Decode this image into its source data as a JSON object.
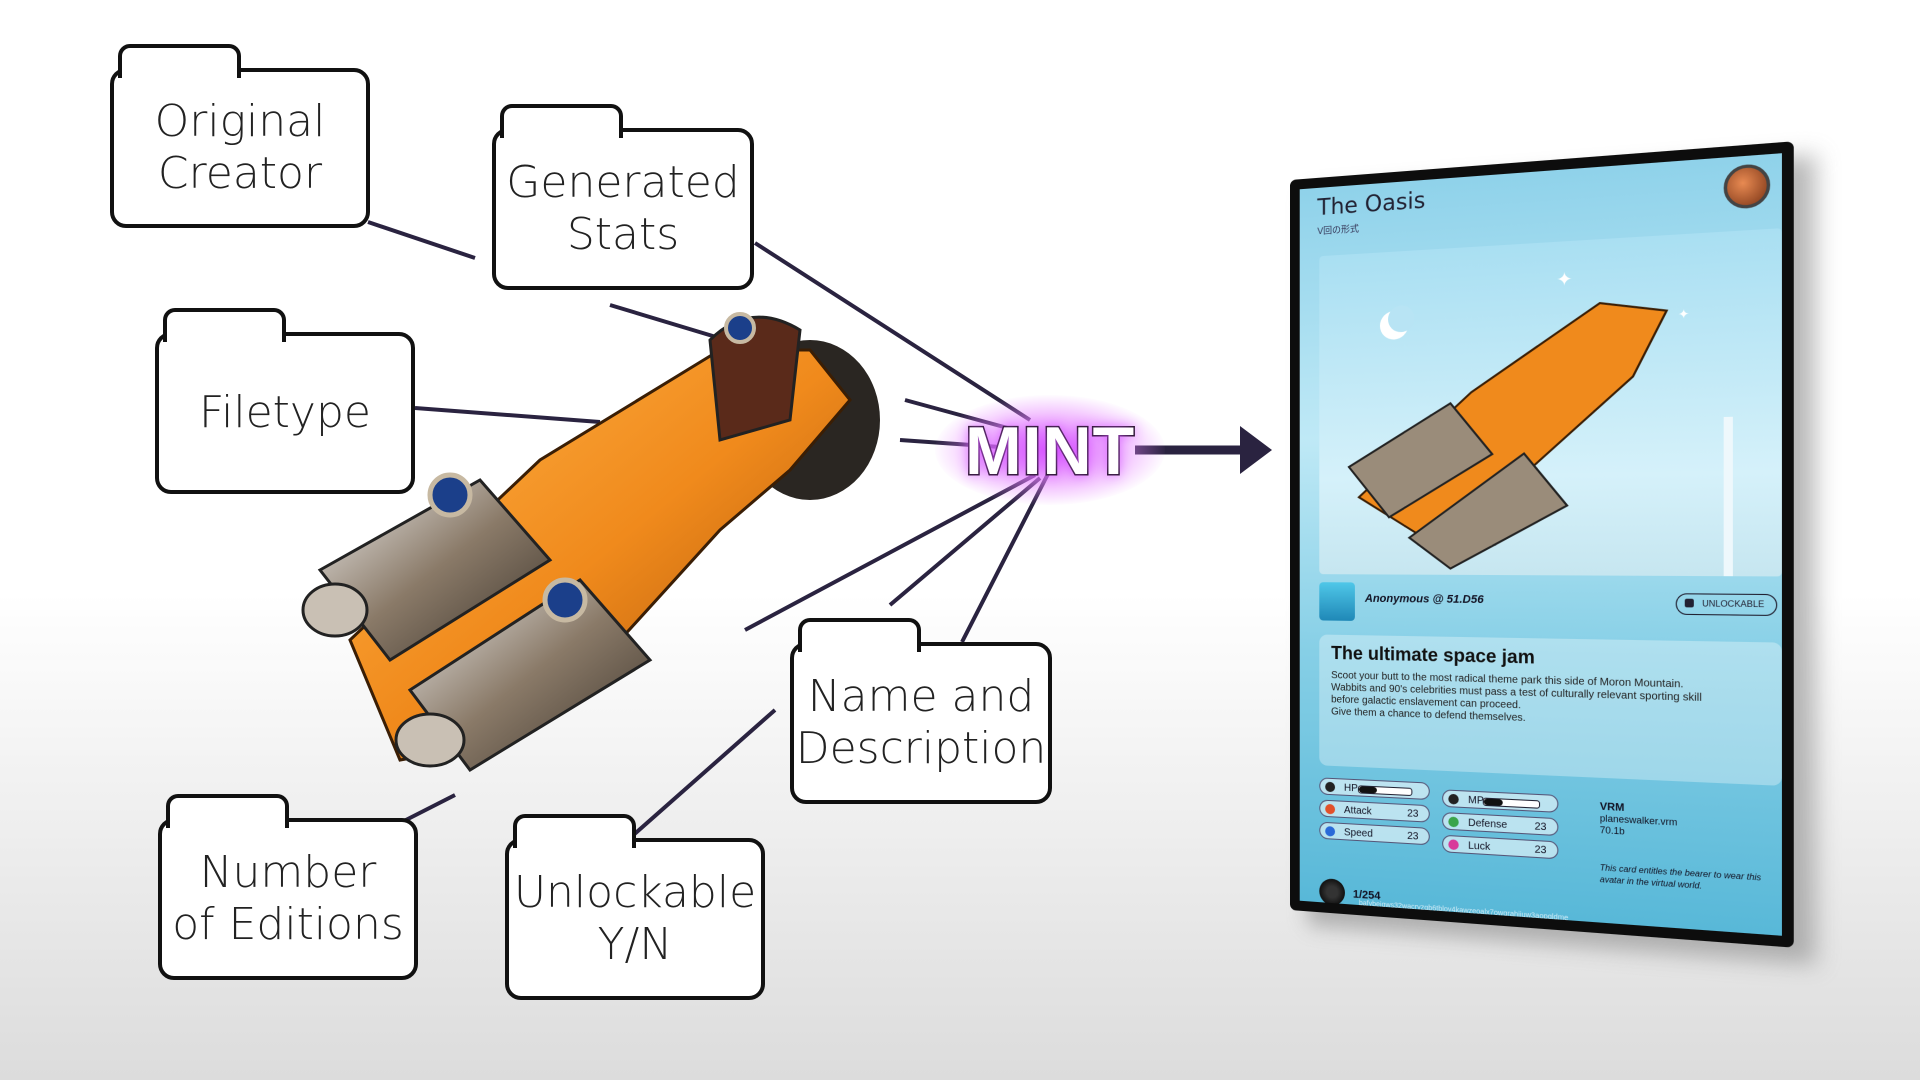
{
  "labels": {
    "original_creator": "Original\nCreator",
    "generated_stats": "Generated\nStats",
    "filetype": "Filetype",
    "number_of_editions": "Number\nof Editions",
    "unlockable": "Unlockable\nY/N",
    "name_and_description": "Name and\nDescription"
  },
  "mint_label": "MINT",
  "colors": {
    "line": "#2a2340",
    "glow": "#d650ff",
    "vehicle_orange": "#f08a1c"
  },
  "card": {
    "title": "The Oasis",
    "subtitle": "V回の形式",
    "author": "Anonymous @ 51.D56",
    "unlockable_label": "UNLOCKABLE",
    "description_title": "The ultimate space jam",
    "description_lines": [
      "Scoot your butt to the most radical theme park this side of Moron Mountain.",
      "Wabbits and 90's celebrities must pass a test of culturally relevant sporting skill",
      "before galactic enslavement can proceed.",
      "Give them a chance to defend themselves."
    ],
    "stats": {
      "hp_label": "HP",
      "mp_label": "MP",
      "attack_label": "Attack",
      "attack_value": "23",
      "defense_label": "Defense",
      "defense_value": "23",
      "speed_label": "Speed",
      "speed_value": "23",
      "luck_label": "Luck",
      "luck_value": "23"
    },
    "editions": "1/254",
    "vrm_head": "VRM",
    "vrm_file": "planeswalker.vrm",
    "vrm_size": "70.1b",
    "vrm_note": "This card entitles the bearer to wear this avatar in the virtual world.",
    "hash": "bafybeigws32wacryzgb6tbloy4kawzeoalx7owgrahjiuw3aopqldme"
  }
}
